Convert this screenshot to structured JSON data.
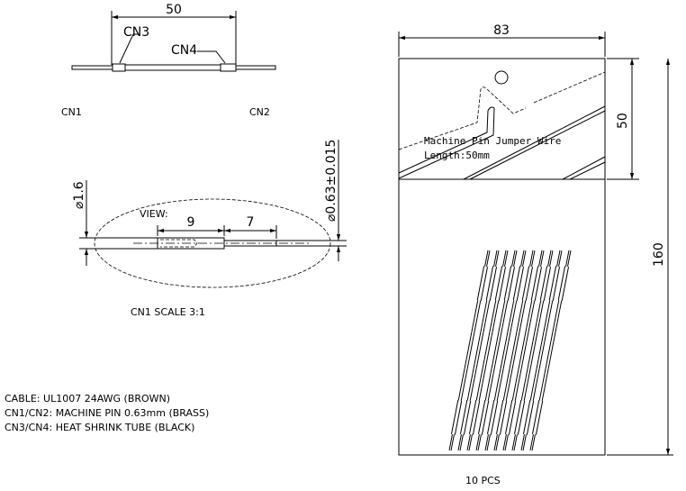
{
  "top_view": {
    "length_dim": "50",
    "cn3_label": "CN3",
    "cn4_label": "CN4",
    "cn1_label": "CN1",
    "cn2_label": "CN2"
  },
  "detail_view": {
    "view_label": "VIEW:",
    "dim_body": "9",
    "dim_pin": "7",
    "dim_outer_dia": "⌀1.6",
    "dim_pin_dia": "⌀0.63±0.015",
    "caption": "CN1  SCALE  3:1"
  },
  "notes": [
    "CABLE: UL1007 24AWG (BROWN)",
    "CN1/CN2: MACHINE PIN 0.63mm (BRASS)",
    "CN3/CN4: HEAT SHRINK TUBE (BLACK)"
  ],
  "package": {
    "width_dim": "83",
    "header_dim": "50",
    "height_dim": "160",
    "label_line1": "Machine Pin Jumper Wire",
    "label_line2": "Length:50mm",
    "quantity": "10  PCS",
    "pin_count": 10
  }
}
